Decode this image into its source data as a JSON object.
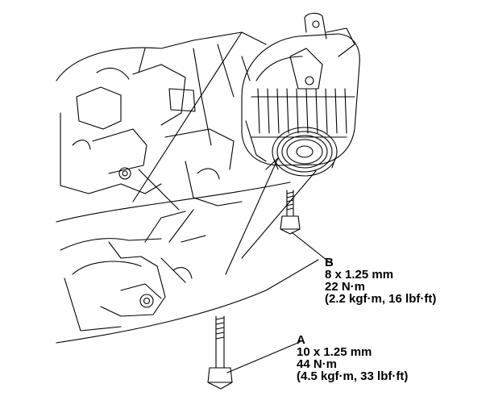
{
  "callouts": {
    "b": {
      "letter": "B",
      "size": "8 x 1.25 mm",
      "torque_nm": "22 N·m",
      "torque_alt": "(2.2 kgf·m, 16 lbf·ft)"
    },
    "a": {
      "letter": "A",
      "size": "10 x 1.25 mm",
      "torque_nm": "44 N·m",
      "torque_alt": "(4.5 kgf·m, 33 lbf·ft)"
    }
  },
  "colors": {
    "ink": "#000000",
    "paper": "#ffffff"
  }
}
